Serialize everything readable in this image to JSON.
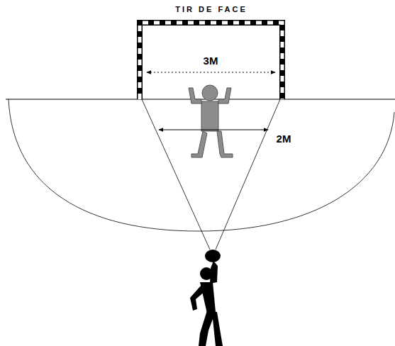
{
  "diagram": {
    "title": "TIR DE FACE",
    "labels": [
      "3M",
      "2M"
    ]
  }
}
